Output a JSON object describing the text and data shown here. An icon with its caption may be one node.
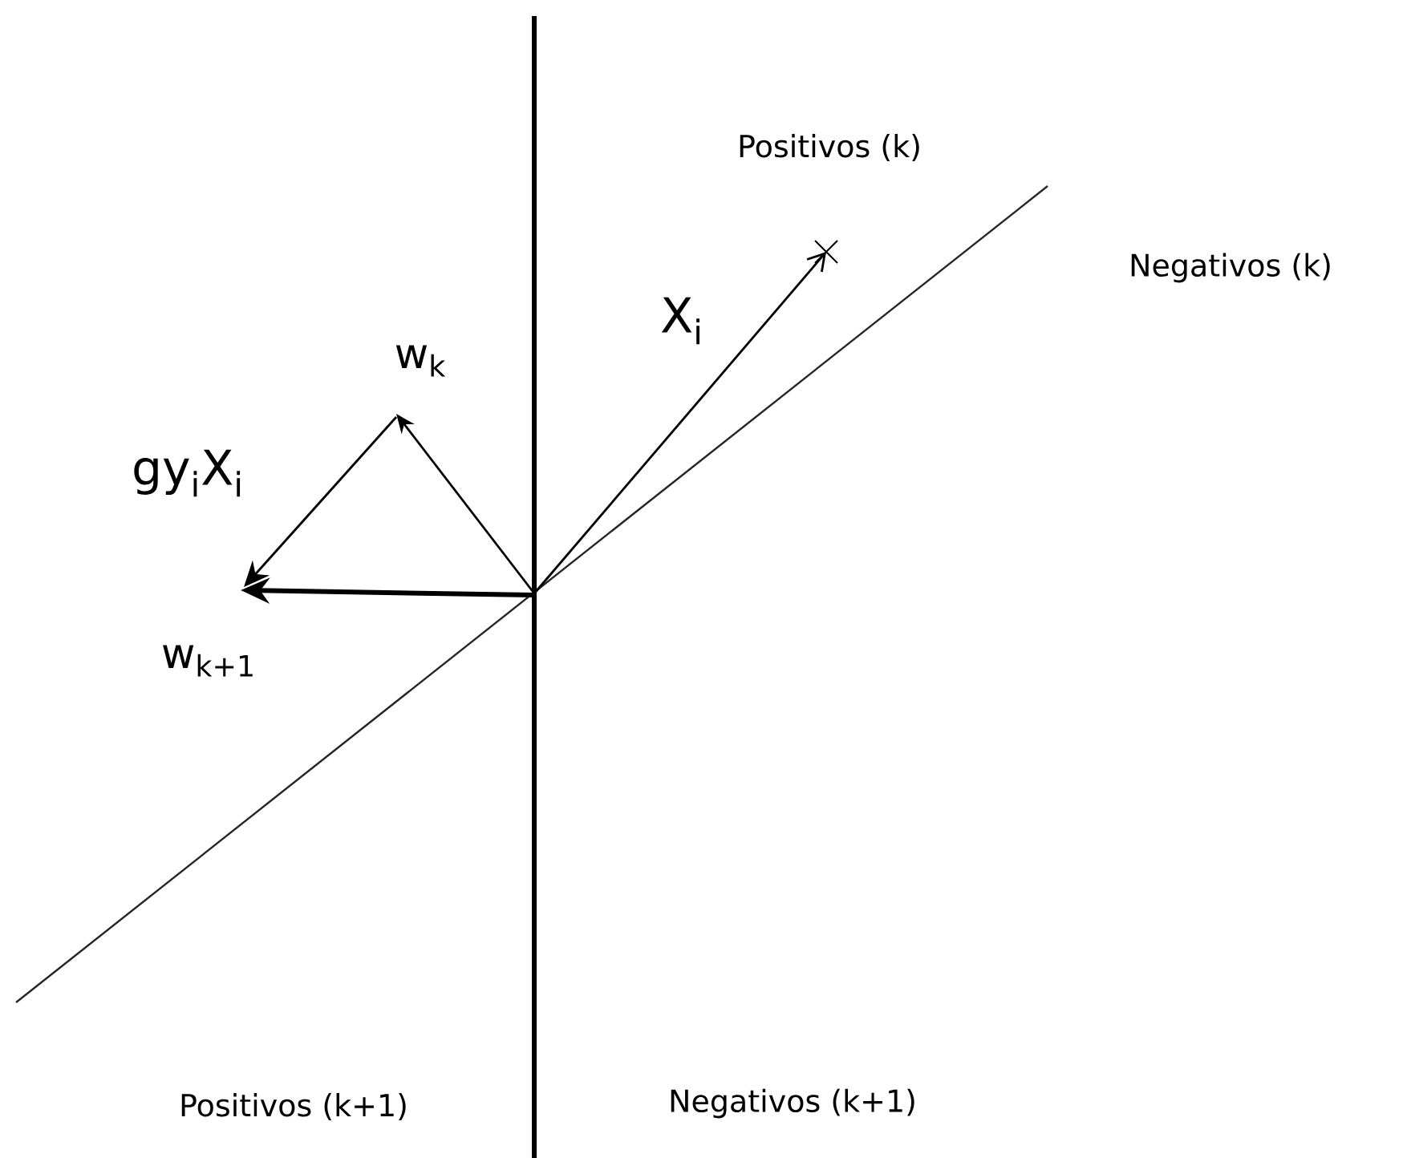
{
  "diagram": {
    "labels": [
      "Positivos (k)",
      "Negativos (k)",
      "X$_{i}$",
      "w$_{k}$",
      "gy$_{i}$X$_{i}$",
      "w$_{k+1}$",
      "Positivos (k+1)",
      "Negativos (k+1)"
    ]
  }
}
